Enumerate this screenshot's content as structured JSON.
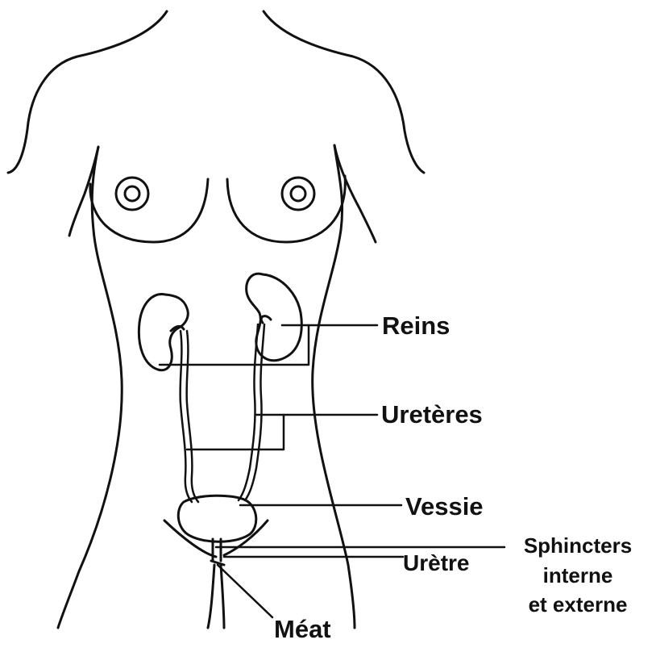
{
  "diagram": {
    "labels": {
      "reins": "Reins",
      "ureteres": "Uretères",
      "vessie": "Vessie",
      "uretre": "Urètre",
      "sphincters_line1": "Sphincters",
      "sphincters_line2": "interne",
      "sphincters_line3": "et externe",
      "meat": "Méat"
    },
    "colors": {
      "stroke": "#111111",
      "background": "#ffffff"
    }
  }
}
